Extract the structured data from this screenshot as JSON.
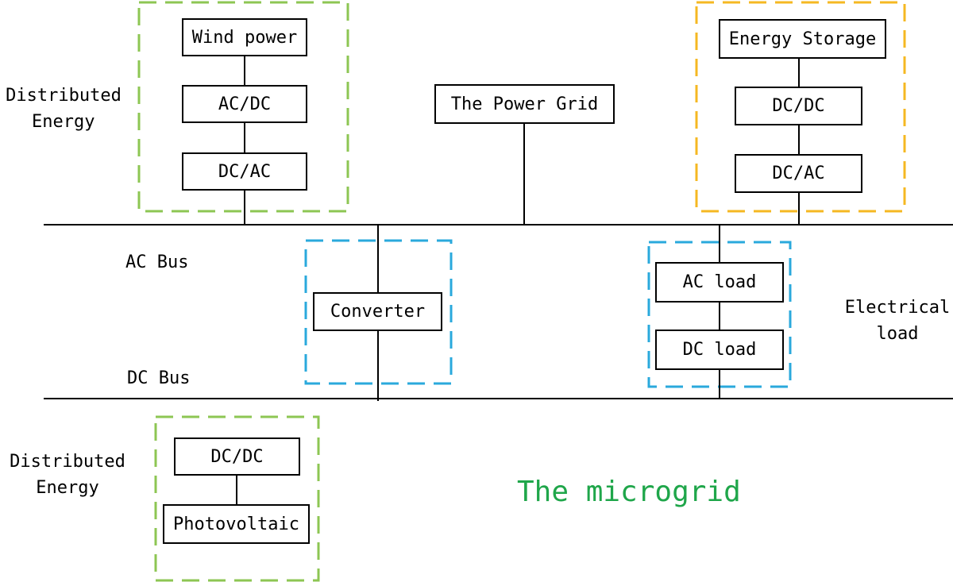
{
  "colors": {
    "line": "#000000",
    "green_group": "#8dc653",
    "orange_group": "#f5b822",
    "blue_group": "#2aa9dc",
    "title": "#1fa64a"
  },
  "title": "The microgrid",
  "buses": {
    "ac": "AC Bus",
    "dc": "DC Bus"
  },
  "groups": {
    "distributed_energy_top": {
      "label_line1": "Distributed",
      "label_line2": "Energy",
      "wind_power": "Wind power",
      "ac_dc": "AC/DC",
      "dc_ac": "DC/AC"
    },
    "power_grid": "The Power Grid",
    "energy_storage": {
      "storage": "Energy Storage",
      "dc_dc": "DC/DC",
      "dc_ac": "DC/AC"
    },
    "converter": "Converter",
    "electrical_load": {
      "label_line1": "Electrical",
      "label_line2": "load",
      "ac_load": "AC load",
      "dc_load": "DC load"
    },
    "distributed_energy_bottom": {
      "label_line1": "Distributed",
      "label_line2": "Energy",
      "dc_dc": "DC/DC",
      "photovoltaic": "Photovoltaic"
    }
  }
}
